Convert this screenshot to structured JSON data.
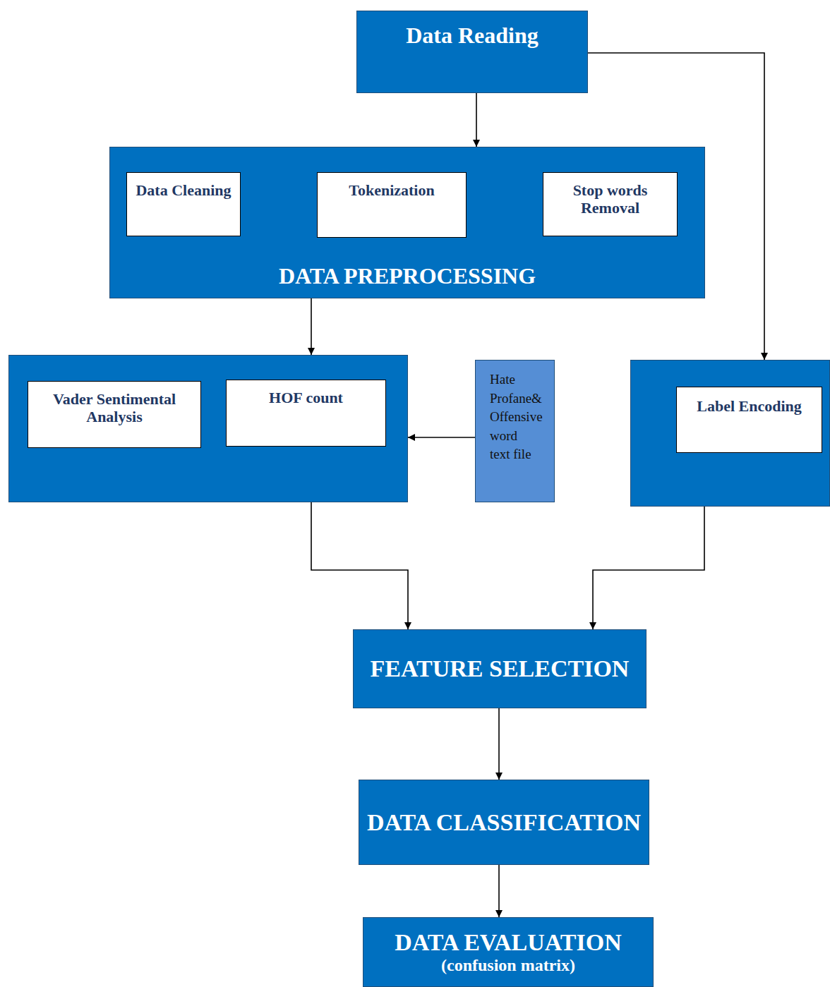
{
  "diagram": {
    "nodes": [
      {
        "text": [
          "Data Reading"
        ]
      },
      {
        "text": [
          "DATA PREPROCESSING"
        ]
      },
      {
        "text": [
          "Data Cleaning"
        ],
        "in": 1
      },
      {
        "text": [
          "Tokenization"
        ],
        "in": 1
      },
      {
        "text": [
          "Stop words Removal"
        ],
        "in": 1
      },
      {
        "text": []
      },
      {
        "text": [
          "Vader Sentimental Analysis"
        ],
        "in": 5
      },
      {
        "text": [
          "HOF count"
        ],
        "in": 5
      },
      {
        "text": [
          "Hate Profane& Offensive word text file"
        ]
      },
      {
        "text": []
      },
      {
        "text": [
          "Label Encoding"
        ],
        "in": 9
      },
      {
        "text": [
          "FEATURE SELECTION"
        ]
      },
      {
        "text": [
          "DATA CLASSIFICATION"
        ]
      },
      {
        "text": [
          "DATA EVALUATION",
          "(confusion matrix)"
        ]
      }
    ],
    "edges": [
      {
        "from": 0,
        "to": 1,
        "arrow": "to"
      },
      {
        "from": 2,
        "to": 3,
        "arrow": "to"
      },
      {
        "from": 3,
        "to": 4,
        "arrow": "to"
      },
      {
        "from": 0,
        "to": 9,
        "arrow": "to"
      },
      {
        "from": 1,
        "to": 5,
        "arrow": "to"
      },
      {
        "from": 8,
        "to": 5,
        "arrow": "to"
      },
      {
        "from": 5,
        "to": 11,
        "arrow": "to"
      },
      {
        "from": 9,
        "to": 11,
        "arrow": "to"
      },
      {
        "from": 11,
        "to": 12,
        "arrow": "to"
      },
      {
        "from": 12,
        "to": 13,
        "arrow": "to"
      }
    ]
  }
}
